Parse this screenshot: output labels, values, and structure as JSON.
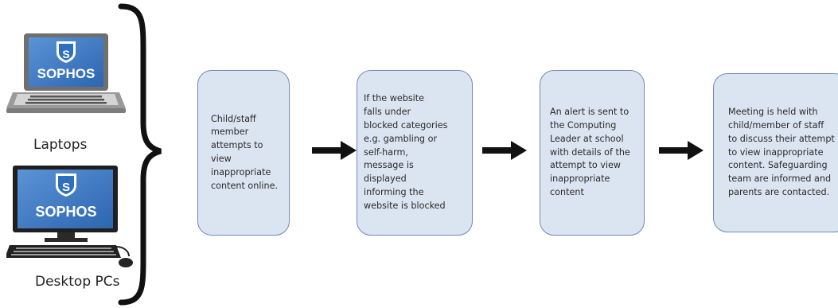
{
  "devices": [
    {
      "label": "Laptops",
      "brand": "SOPHOS",
      "icon": "laptop-icon"
    },
    {
      "label": "Desktop PCs",
      "brand": "SOPHOS",
      "icon": "desktop-pc-icon"
    }
  ],
  "steps": [
    {
      "text": "Child/staff\nmember\nattempts to\nview\ninappropriate\ncontent online."
    },
    {
      "text": "If the website\nfalls under\nblocked categories\ne.g. gambling or\nself-harm,\nmessage is\ndisplayed\ninforming the\nwebsite is blocked"
    },
    {
      "text": "An alert is sent to\nthe Computing\nLeader at school\nwith details of the\nattempt to view\ninappropriate\ncontent"
    },
    {
      "text": "Meeting is held with\nchild/member of staff\nto discuss their attempt\nto view inappropriate\ncontent. Safeguarding\nteam are informed and\nparents are contacted."
    }
  ],
  "colors": {
    "box_fill": "#dbe5f1",
    "box_border": "#6f8ab4",
    "screen_blue": "#3c78c3",
    "arrow": "#111111"
  }
}
